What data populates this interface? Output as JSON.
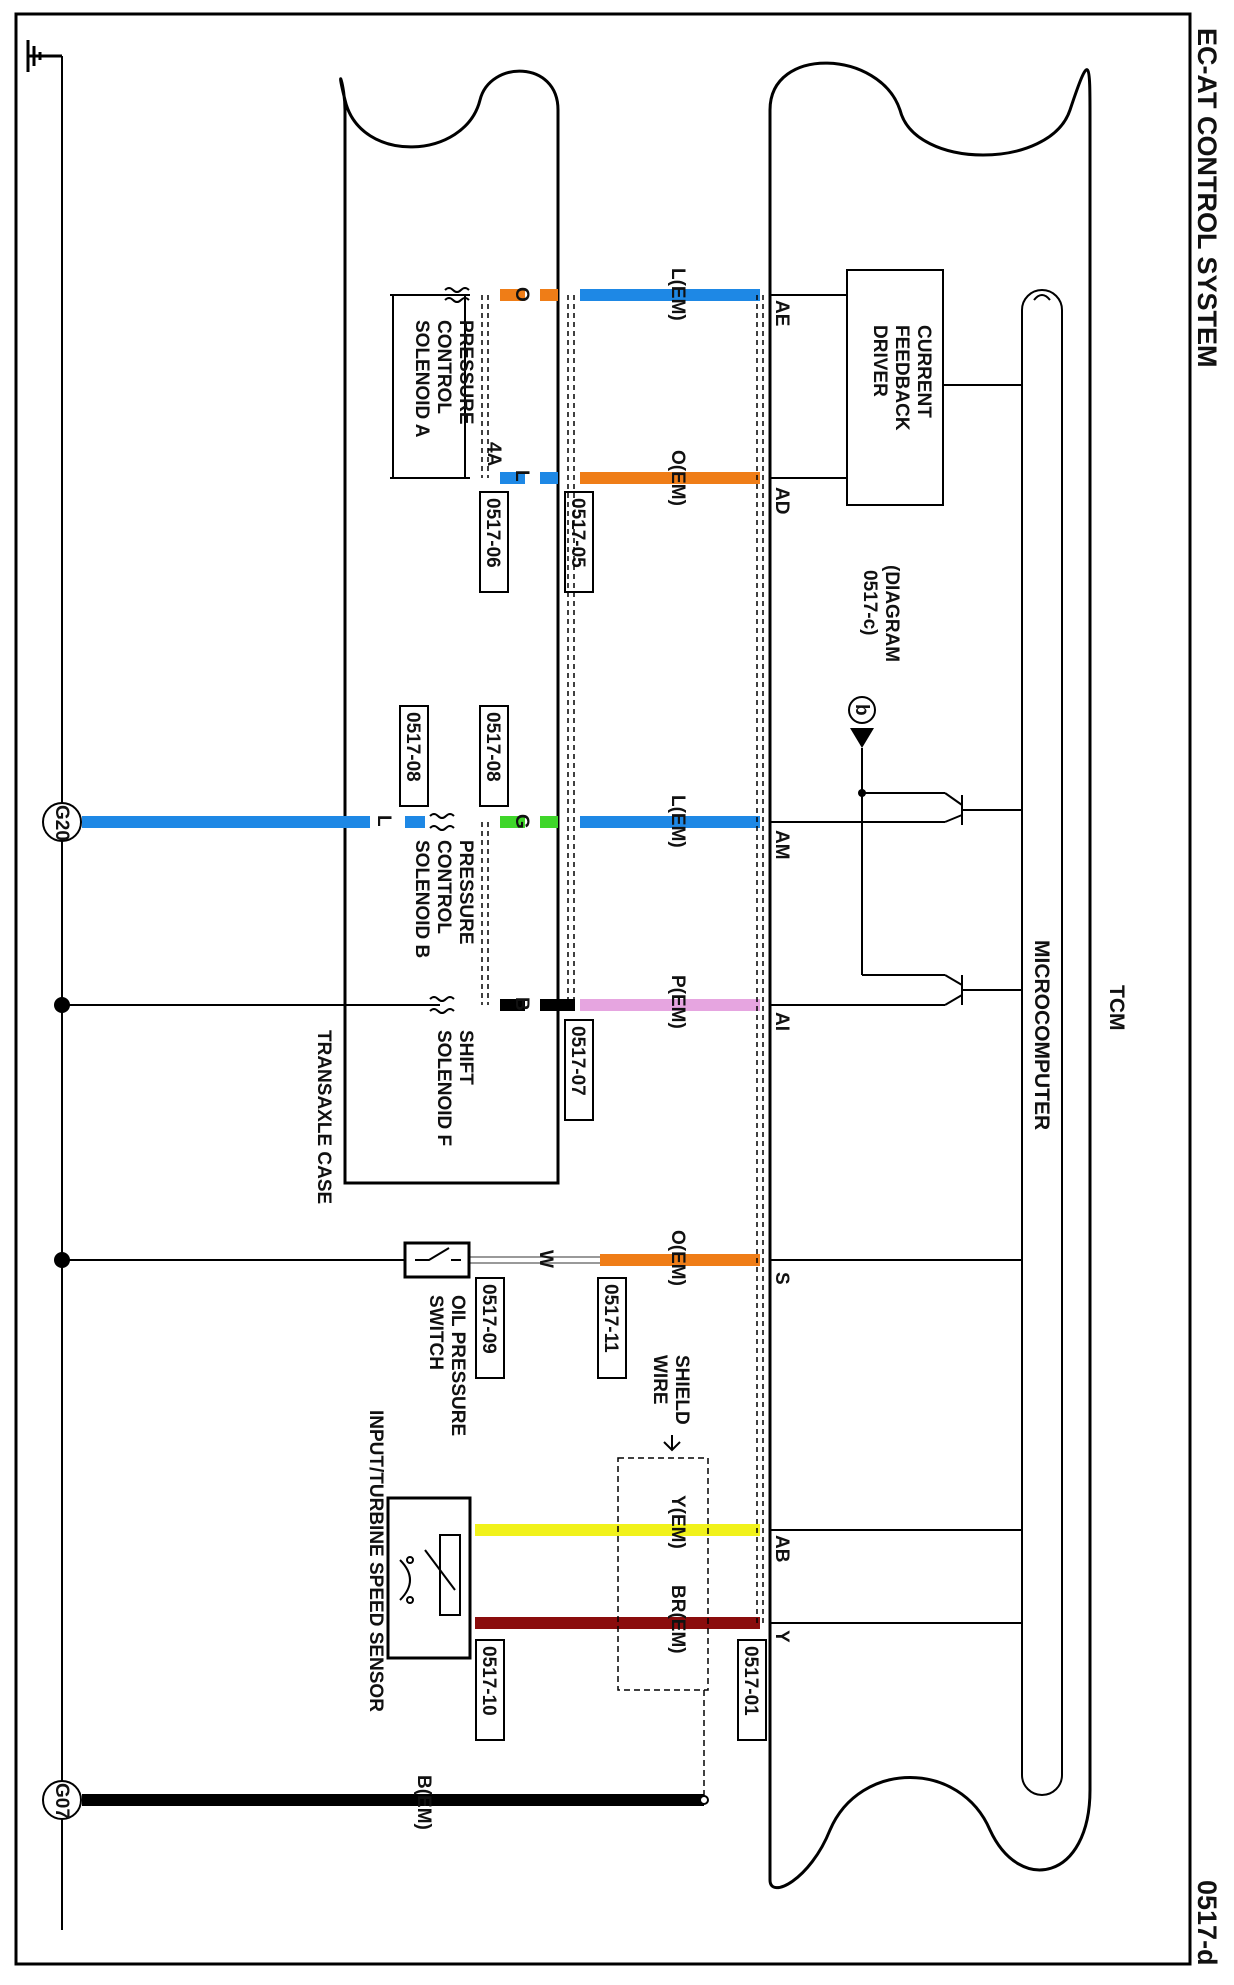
{
  "title": "EC-AT CONTROL SYSTEM",
  "page_id": "0517-d",
  "tcm_label": "TCM",
  "microcomputer_label": "MICROCOMPUTER",
  "driver_label": [
    "CURRENT",
    "FEEDBACK",
    "DRIVER"
  ],
  "diagram_ref": [
    "(DIAGRAM",
    "0517-c)"
  ],
  "ref_b": "b",
  "transaxle_case_label": "TRANSAXLE CASE",
  "shield_label": [
    "SHIELD",
    "WIRE"
  ],
  "sensor_label": "INPUT/TURBINE SPEED SENSOR",
  "oil_switch_label": [
    "OIL PRESSURE",
    "SWITCH"
  ],
  "solenoid_a_label": [
    "PRESSURE",
    "CONTROL",
    "SOLENOID A"
  ],
  "solenoid_b_label": [
    "PRESSURE",
    "CONTROL",
    "SOLENOID B"
  ],
  "solenoid_f_label": [
    "SHIFT",
    "SOLENOID F"
  ],
  "terminals": {
    "ae": "AE",
    "ad": "AD",
    "am": "AM",
    "ai": "AI",
    "s": "S",
    "ab": "AB",
    "y": "Y"
  },
  "wires": {
    "ae": "L(EM)",
    "ad": "O(EM)",
    "am": "L(EM)",
    "ai": "P(EM)",
    "s": "O(EM)",
    "ab": "Y(EM)",
    "y": "BR(EM)",
    "ground": "B(EM)"
  },
  "pins": {
    "o": "O",
    "l": "L",
    "g": "G",
    "l2": "L",
    "b": "B",
    "w": "W",
    "4a": "4A"
  },
  "connectors": {
    "c05": "0517-05",
    "c06": "0517-06",
    "c07": "0517-07",
    "c08a": "0517-08",
    "c08b": "0517-08",
    "c09": "0517-09",
    "c10": "0517-10",
    "c11": "0517-11",
    "c01": "0517-01"
  },
  "grounds": {
    "g20": "G20",
    "g07": "G07"
  },
  "colors": {
    "blue": "#1e88e5",
    "orange": "#ef7d17",
    "green": "#3fd62a",
    "pink": "#e6a5e0",
    "yellow": "#f1f21a",
    "brown": "#8a0c0c",
    "black": "#000000",
    "white": "#ffffff"
  },
  "icons": [
    "ground-symbol-icon",
    "solenoid-coil-icon",
    "transistor-icon",
    "switch-icon",
    "sensor-icon",
    "arrow-down-icon"
  ]
}
